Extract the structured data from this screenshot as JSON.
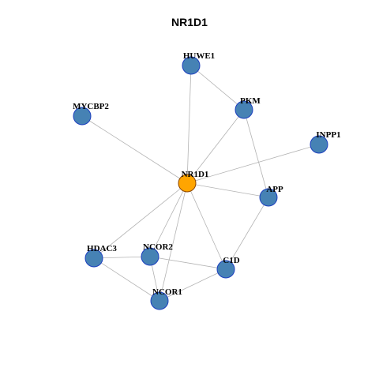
{
  "title": "NR1D1",
  "colors": {
    "hub_fill": "#ffa500",
    "hub_stroke": "#8b4500",
    "node_fill": "#4682b4",
    "node_stroke": "#1c3fbf",
    "edge": "#b3b3b3"
  },
  "nodes": [
    {
      "id": "NR1D1",
      "label": "NR1D1",
      "hub": true
    },
    {
      "id": "HUWE1",
      "label": "HUWE1",
      "hub": false
    },
    {
      "id": "PKM",
      "label": "PKM",
      "hub": false
    },
    {
      "id": "MYCBP2",
      "label": "MYCBP2",
      "hub": false
    },
    {
      "id": "INPP1",
      "label": "INPP1",
      "hub": false
    },
    {
      "id": "APP",
      "label": "APP",
      "hub": false
    },
    {
      "id": "HDAC3",
      "label": "HDAC3",
      "hub": false
    },
    {
      "id": "NCOR2",
      "label": "NCOR2",
      "hub": false
    },
    {
      "id": "C1D",
      "label": "C1D",
      "hub": false
    },
    {
      "id": "NCOR1",
      "label": "NCOR1",
      "hub": false
    }
  ],
  "edges": [
    [
      "HUWE1",
      "NR1D1"
    ],
    [
      "HUWE1",
      "PKM"
    ],
    [
      "PKM",
      "NR1D1"
    ],
    [
      "PKM",
      "APP"
    ],
    [
      "MYCBP2",
      "NR1D1"
    ],
    [
      "INPP1",
      "NR1D1"
    ],
    [
      "APP",
      "NR1D1"
    ],
    [
      "APP",
      "C1D"
    ],
    [
      "HDAC3",
      "NR1D1"
    ],
    [
      "NCOR2",
      "NR1D1"
    ],
    [
      "C1D",
      "NR1D1"
    ],
    [
      "NCOR1",
      "NR1D1"
    ],
    [
      "HDAC3",
      "NCOR2"
    ],
    [
      "HDAC3",
      "NCOR1"
    ],
    [
      "NCOR2",
      "C1D"
    ],
    [
      "NCOR2",
      "NCOR1"
    ],
    [
      "NCOR1",
      "C1D"
    ]
  ]
}
